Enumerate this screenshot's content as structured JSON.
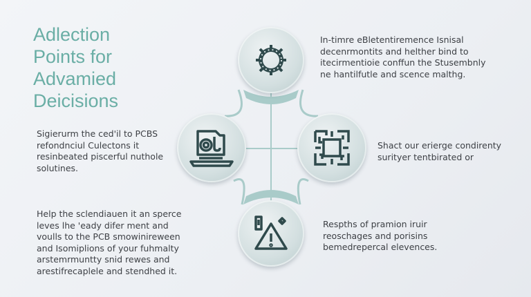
{
  "title": {
    "lines": [
      "Adlection",
      "Points for",
      "Advamied",
      "Deicisions"
    ]
  },
  "left": {
    "para1": [
      "Sigierurm the ced'il to PCBS",
      "refondnciul Culectons it",
      "resinbeated piscerful nuthole",
      "solutines."
    ],
    "para2": [
      "Help the sclendiauen it an sperce",
      "leves lhe 'eady difer ment and",
      "voulls to the PCB smowinireween",
      "and Isomiplions of your fuhmalty",
      "arstemrmuntty snid rewes and",
      "arestifrecaplele and stendhed it."
    ]
  },
  "right": {
    "top": [
      "In-timre eBletentiremence Isnisal",
      "decenrmontits and helther bind to",
      "itecirmentioie conffun the Stusembnly",
      "ne hantilfutle and scence malthg."
    ],
    "middle": [
      "Shact our erierge condirenty",
      "surityer tentbirated or"
    ],
    "bottom": [
      "Respths of pramion iruir",
      "reoschages and porisins",
      "bemedrepercal elevences."
    ]
  },
  "colors": {
    "accent": "#6aaea5",
    "icon": "#2f4a4c",
    "connector": "#a9cbc9"
  },
  "nodes": [
    {
      "name": "gear",
      "icon": "gear-icon"
    },
    {
      "name": "laptop",
      "icon": "laptop-icon"
    },
    {
      "name": "chip",
      "icon": "pcb-chip-icon"
    },
    {
      "name": "warning",
      "icon": "warning-icon"
    }
  ]
}
